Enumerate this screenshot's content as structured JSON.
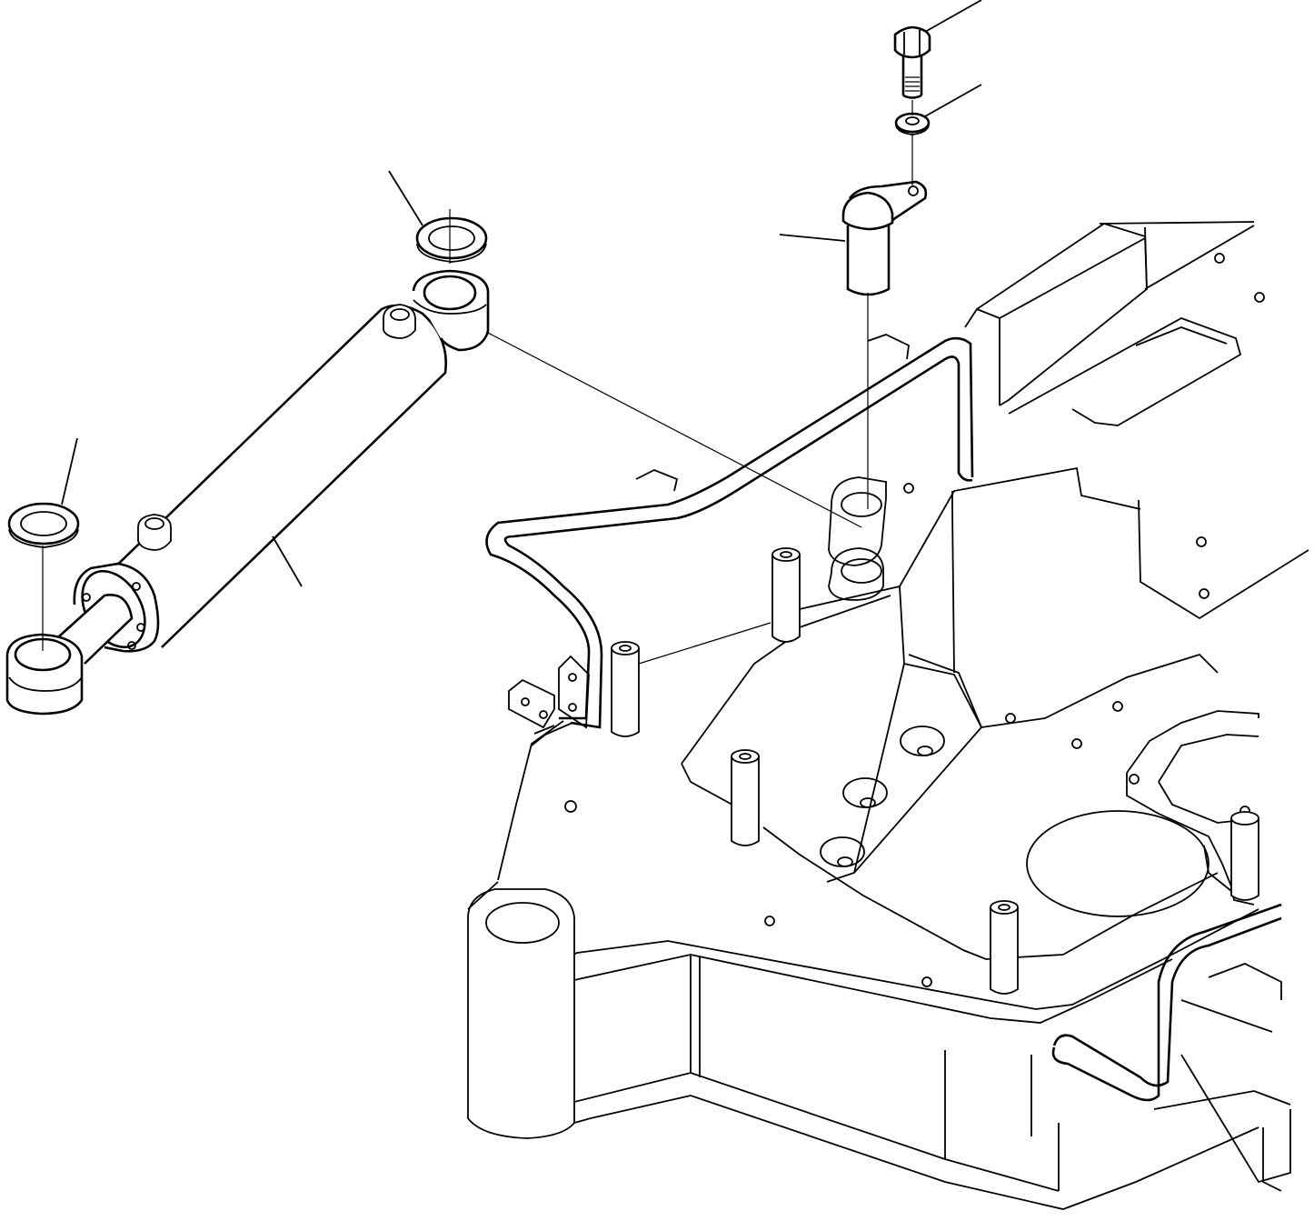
{
  "diagram": {
    "background_color": "#ffffff",
    "line_color": "#000000",
    "parts": [
      {
        "id": "cylinder",
        "icon": "hydraulic-cylinder-icon"
      },
      {
        "id": "rod-end-bushing",
        "icon": "bushing-icon"
      },
      {
        "id": "rod-end-seal",
        "icon": "seal-ring-icon"
      },
      {
        "id": "head-end-bushing",
        "icon": "bushing-icon"
      },
      {
        "id": "head-end-seal",
        "icon": "seal-ring-icon"
      },
      {
        "id": "pin",
        "icon": "pin-icon"
      },
      {
        "id": "bolt",
        "icon": "bolt-icon"
      },
      {
        "id": "washer",
        "icon": "washer-icon"
      },
      {
        "id": "frame",
        "icon": "frame-icon"
      }
    ],
    "callouts": [
      "bolt",
      "washer",
      "pin",
      "head-end-seal",
      "rod-end-seal",
      "cylinder"
    ]
  }
}
